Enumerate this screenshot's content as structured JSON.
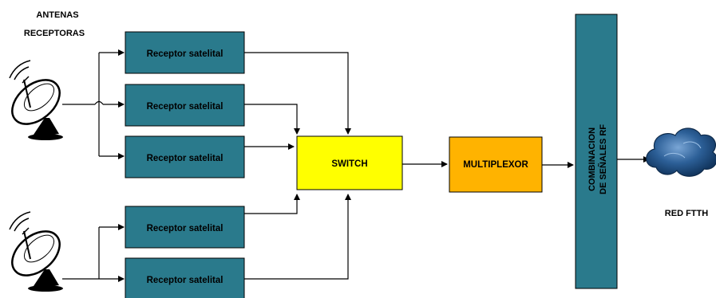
{
  "antennas_label": [
    "ANTENAS",
    "RECEPTORAS"
  ],
  "receivers": [
    "Receptor satelital",
    "Receptor satelital",
    "Receptor satelital",
    "Receptor satelital",
    "Receptor satelital"
  ],
  "switch_label": "SWITCH",
  "multiplexer_label": "MULTIPLEXOR",
  "combination_label": [
    "COMBINACION",
    "DE SEÑALES RF"
  ],
  "network_label": "RED FTTH",
  "colors": {
    "receiver_fill": "#2a7a8c",
    "switch_fill": "#ffff00",
    "multiplexer_fill": "#ffb300",
    "combination_fill": "#2a7a8c",
    "cloud_fill": "#1f4f87",
    "line": "#000000"
  },
  "icons": [
    "satellite-dish-icon",
    "satellite-dish-icon",
    "cloud-icon"
  ]
}
